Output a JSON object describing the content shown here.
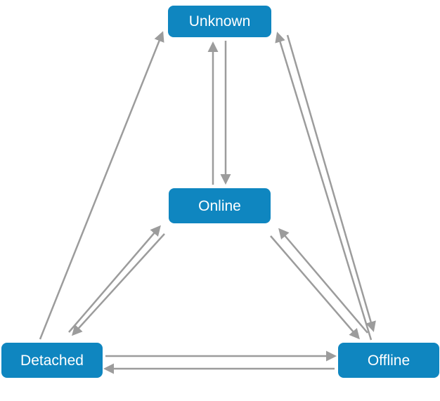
{
  "diagram": {
    "type": "state-transition-diagram",
    "colors": {
      "node_fill": "#0f86c0",
      "node_text": "#ffffff",
      "arrow": "#9c9c9c",
      "background": "#ffffff"
    },
    "nodes": [
      {
        "id": "unknown",
        "label": "Unknown"
      },
      {
        "id": "online",
        "label": "Online"
      },
      {
        "id": "detached",
        "label": "Detached"
      },
      {
        "id": "offline",
        "label": "Offline"
      }
    ],
    "transitions": [
      {
        "from": "Online",
        "to": "Unknown"
      },
      {
        "from": "Unknown",
        "to": "Online"
      },
      {
        "from": "Detached",
        "to": "Unknown"
      },
      {
        "from": "Offline",
        "to": "Unknown"
      },
      {
        "from": "Unknown",
        "to": "Offline"
      },
      {
        "from": "Detached",
        "to": "Online"
      },
      {
        "from": "Online",
        "to": "Detached"
      },
      {
        "from": "Offline",
        "to": "Online"
      },
      {
        "from": "Online",
        "to": "Offline"
      },
      {
        "from": "Detached",
        "to": "Offline"
      },
      {
        "from": "Offline",
        "to": "Detached"
      }
    ]
  }
}
